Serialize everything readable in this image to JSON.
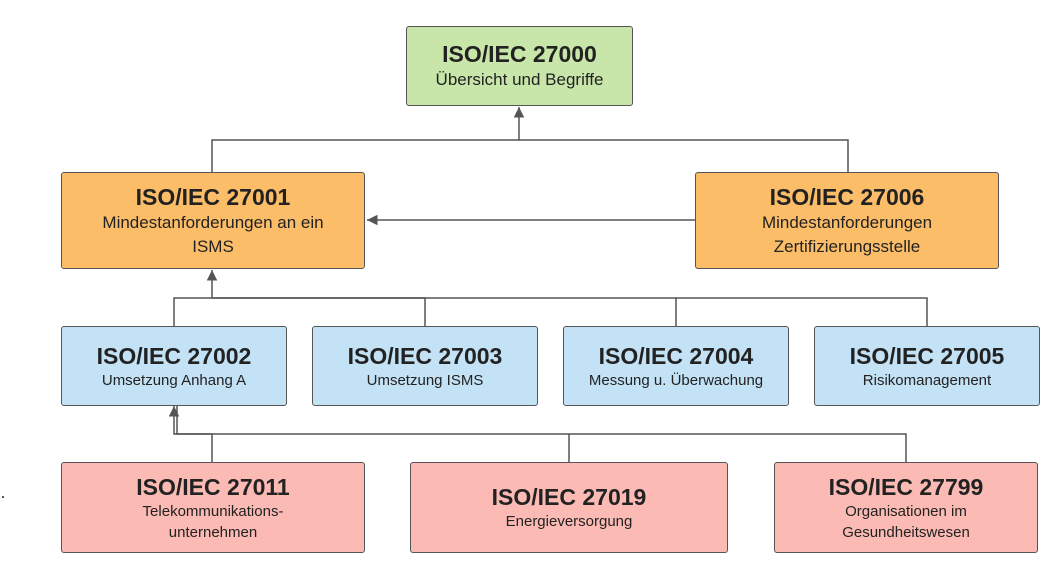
{
  "colors": {
    "green": "#c8e6a9",
    "orange": "#fcbd68",
    "blue": "#c4e2f6",
    "red": "#fbbab4",
    "line": "#555555"
  },
  "nodes": {
    "n27000": {
      "code": "ISO/IEC 27000",
      "desc": [
        "Übersicht und Begriffe"
      ]
    },
    "n27001": {
      "code": "ISO/IEC 27001",
      "desc": [
        "Mindestanforderungen an ein",
        "ISMS"
      ]
    },
    "n27006": {
      "code": "ISO/IEC 27006",
      "desc": [
        "Mindestanforderungen",
        "Zertifizierungsstelle"
      ]
    },
    "n27002": {
      "code": "ISO/IEC 27002",
      "desc": [
        "Umsetzung Anhang A"
      ]
    },
    "n27003": {
      "code": "ISO/IEC 27003",
      "desc": [
        "Umsetzung ISMS"
      ]
    },
    "n27004": {
      "code": "ISO/IEC 27004",
      "desc": [
        "Messung u. Überwachung"
      ]
    },
    "n27005": {
      "code": "ISO/IEC 27005",
      "desc": [
        "Risikomanagement"
      ]
    },
    "n27011": {
      "code": "ISO/IEC 27011",
      "desc": [
        "Telekommunikations-",
        "unternehmen"
      ]
    },
    "n27019": {
      "code": "ISO/IEC 27019",
      "desc": [
        "Energieversorgung"
      ]
    },
    "n27799": {
      "code": "ISO/IEC 27799",
      "desc": [
        "Organisationen im",
        "Gesundheitswesen"
      ]
    }
  }
}
